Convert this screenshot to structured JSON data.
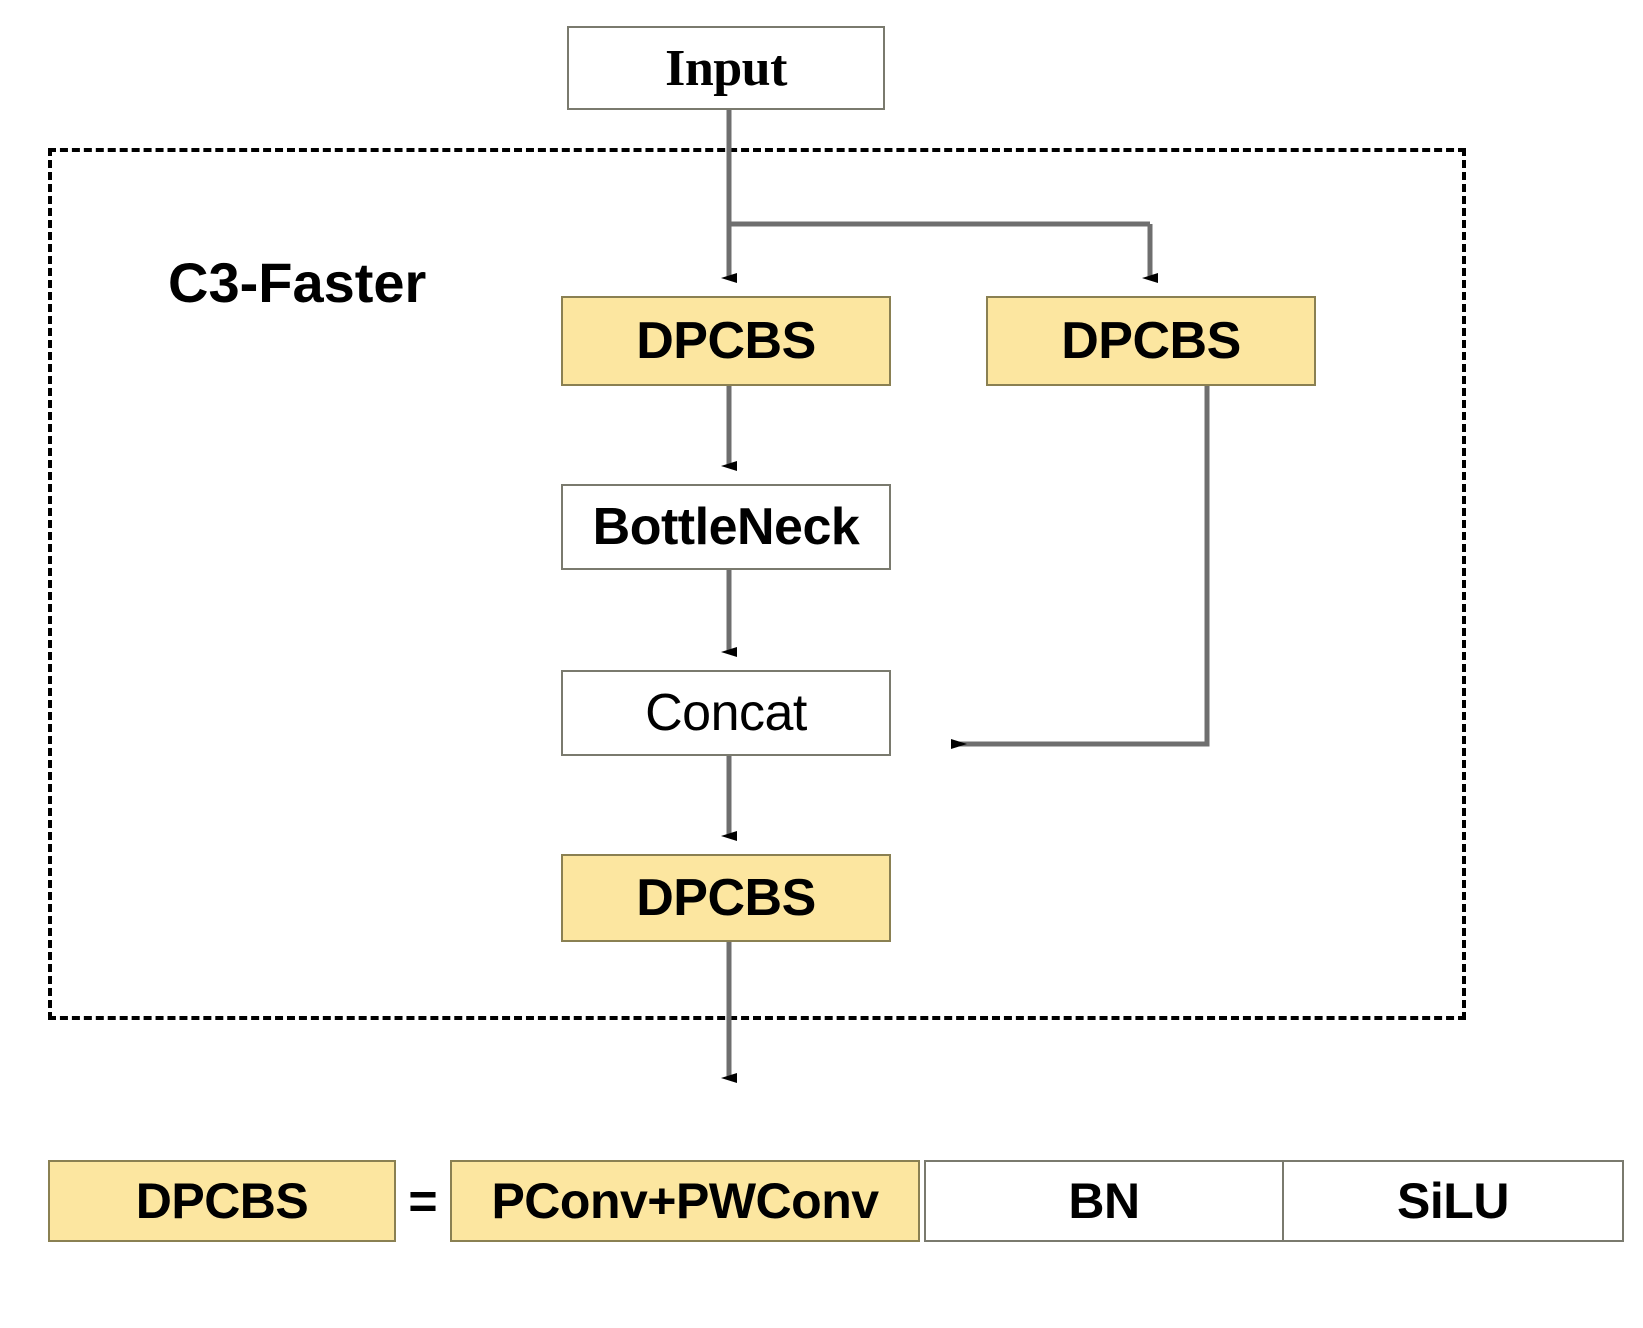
{
  "diagram": {
    "title_text": "C3-Faster",
    "colors": {
      "module_fill": "#fce6a0",
      "module_border": "#8a8052",
      "plain_fill": "#ffffff",
      "plain_border": "#7a7a6e",
      "edge": "#6f6f6f",
      "arrowhead": "#000000",
      "group_border": "#000000"
    },
    "nodes": {
      "input": "Input",
      "dpcbs_left": "DPCBS",
      "dpcbs_right": "DPCBS",
      "bottleneck": "BottleNeck",
      "concat": "Concat",
      "dpcbs_bottom": "DPCBS"
    },
    "legend": {
      "key": "DPCBS",
      "equals": "=",
      "items": [
        "PConv+PWConv",
        "BN",
        "SiLU"
      ]
    }
  }
}
